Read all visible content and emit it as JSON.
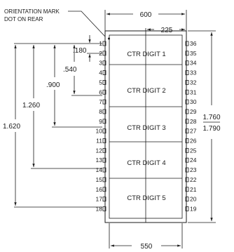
{
  "annotation": {
    "line1": "ORIENTATION MARK",
    "line2": "DOT ON REAR"
  },
  "dimensions": {
    "width_top": "600",
    "offset_center": "225",
    "width_bottom": "550",
    "pitch_180": ".180",
    "pitch_540": ".540",
    "pitch_900": ".900",
    "pitch_1260": "1.260",
    "pitch_1620": "1.620",
    "height_min": "1.760",
    "height_max": "1.790"
  },
  "digits": [
    "CTR DIGIT 1",
    "CTR DIGIT 2",
    "CTR DIGIT 3",
    "CTR DIGIT 4",
    "CTR DIGIT 5"
  ],
  "pins_left": [
    "1",
    "2",
    "3",
    "4",
    "5",
    "6",
    "7",
    "8",
    "9",
    "10",
    "11",
    "12",
    "13",
    "14",
    "15",
    "16",
    "17",
    "18"
  ],
  "pins_right": [
    "36",
    "35",
    "34",
    "33",
    "32",
    "31",
    "30",
    "29",
    "28",
    "27",
    "26",
    "25",
    "24",
    "23",
    "22",
    "21",
    "20",
    "19"
  ]
}
